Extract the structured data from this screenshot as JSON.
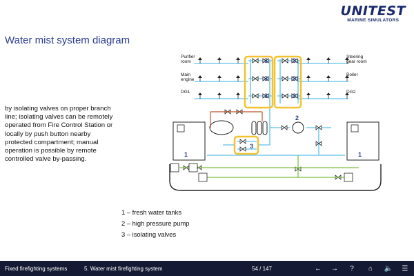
{
  "logo": {
    "brand": "UNITEST",
    "sub": "MARINE SIMULATORS"
  },
  "slide": {
    "title": "Water mist system diagram",
    "description": "by isolating valves on proper branch line; isolating valves can be remotely operated from Fire Control Station or locally by push button nearby protected compartment; manual operation is possible by remote controlled valve by-passing.",
    "legend": [
      "1 – fresh water tanks",
      "2 – high pressure pump",
      "3 – isolating valves"
    ]
  },
  "diagram": {
    "left_labels": [
      [
        "Purifier",
        "room"
      ],
      [
        "Main",
        "engine"
      ],
      [
        "DG1"
      ]
    ],
    "right_labels": [
      [
        "Steering",
        "gear room"
      ],
      [
        "Boiler"
      ],
      [
        "DG2"
      ]
    ],
    "valve_number": "3",
    "pump_number": "2",
    "tank_number": "1"
  },
  "footer": {
    "section": "Fixed firefighting systems",
    "chapter": "5. Water mist firefighting system",
    "page": "54 / 147"
  },
  "colors": {
    "pipe": "#5bc0eb",
    "green_pipe": "#7cc142",
    "orange_pipe": "#c0502a",
    "highlight": "#f2c230",
    "footer_bg": "#141a33",
    "title": "#2b3c8f"
  }
}
